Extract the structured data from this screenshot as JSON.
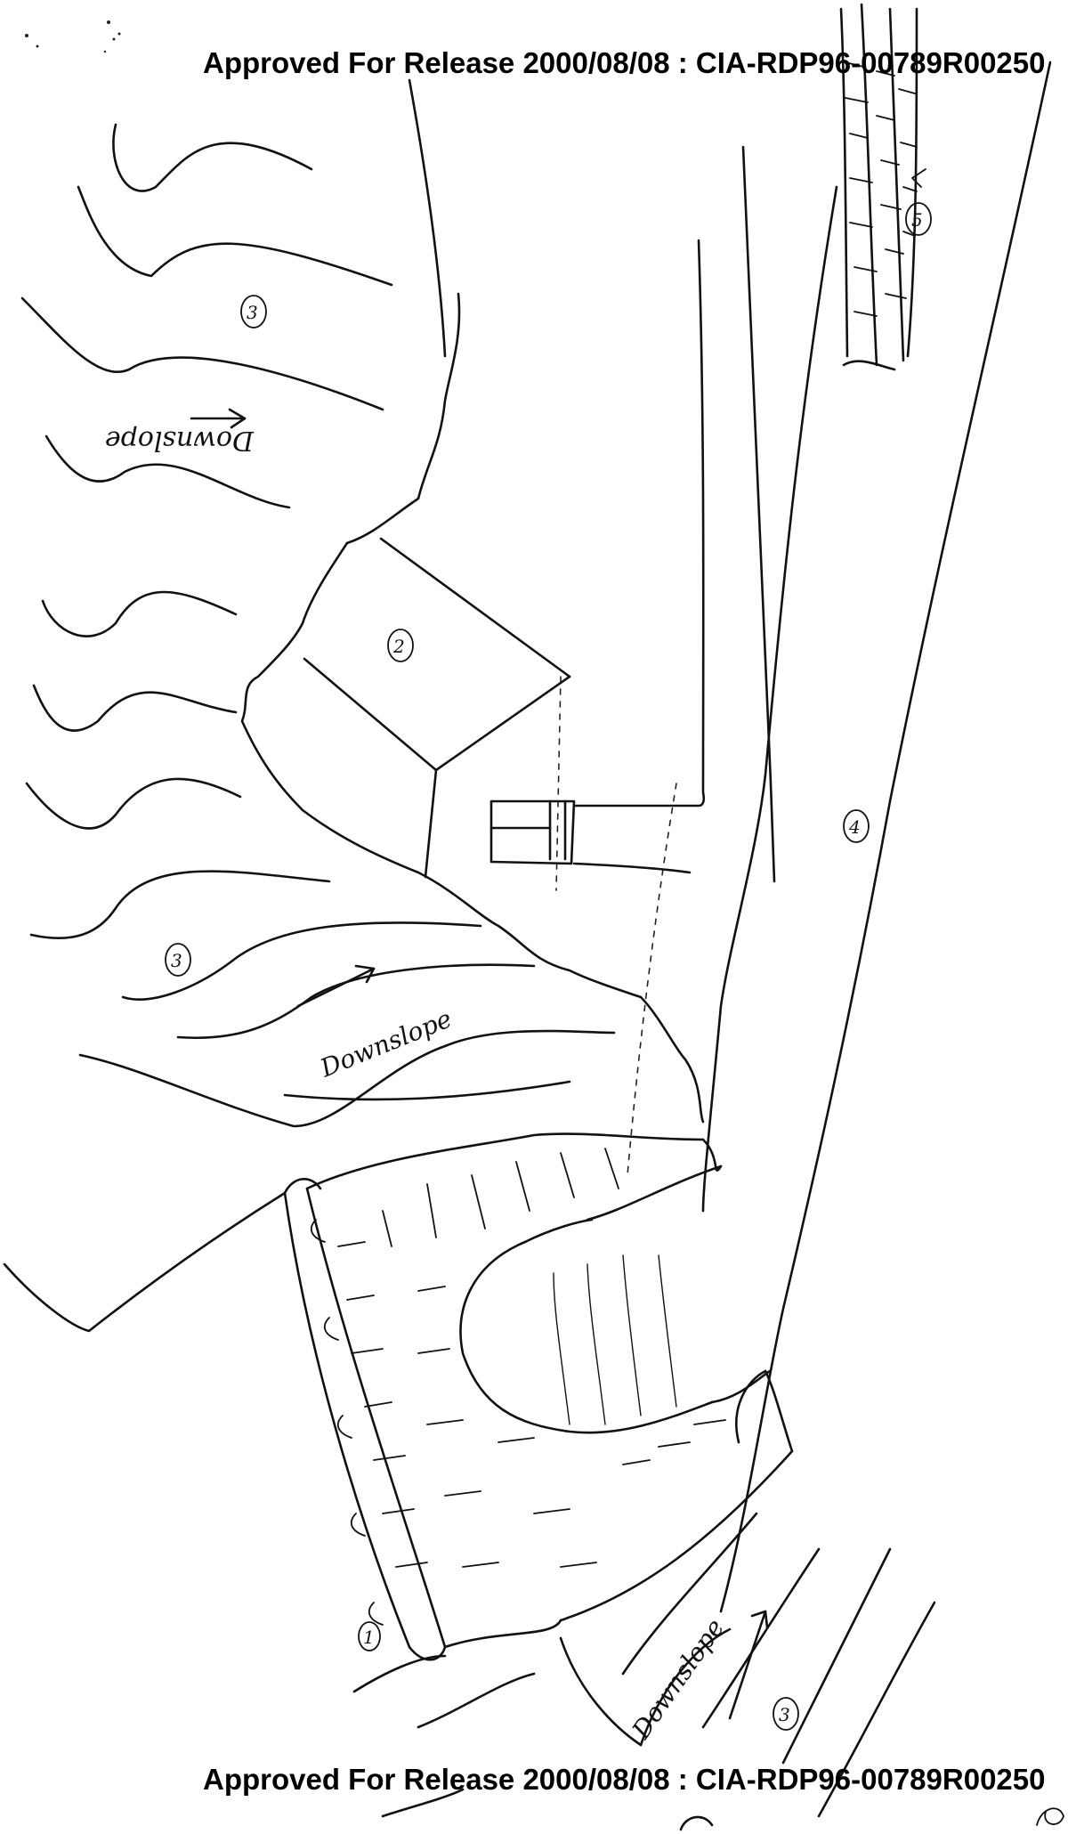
{
  "header": {
    "release_text": "Approved For Release 2000/08/08 : CIA-RDP96-00789R00250"
  },
  "footer": {
    "release_text": "Approved For Release 2000/08/08 : CIA-RDP96-00789R00250"
  },
  "sketch": {
    "area_labels": {
      "label_1": "1",
      "label_2": "2",
      "label_3_top": "3",
      "label_3_middle": "3",
      "label_3_bottom": "3",
      "label_4": "4",
      "label_5": "5"
    },
    "annotations": {
      "downslope_top": "Downslope",
      "downslope_middle": "Downslope",
      "downslope_bottom": "Downslope"
    }
  }
}
